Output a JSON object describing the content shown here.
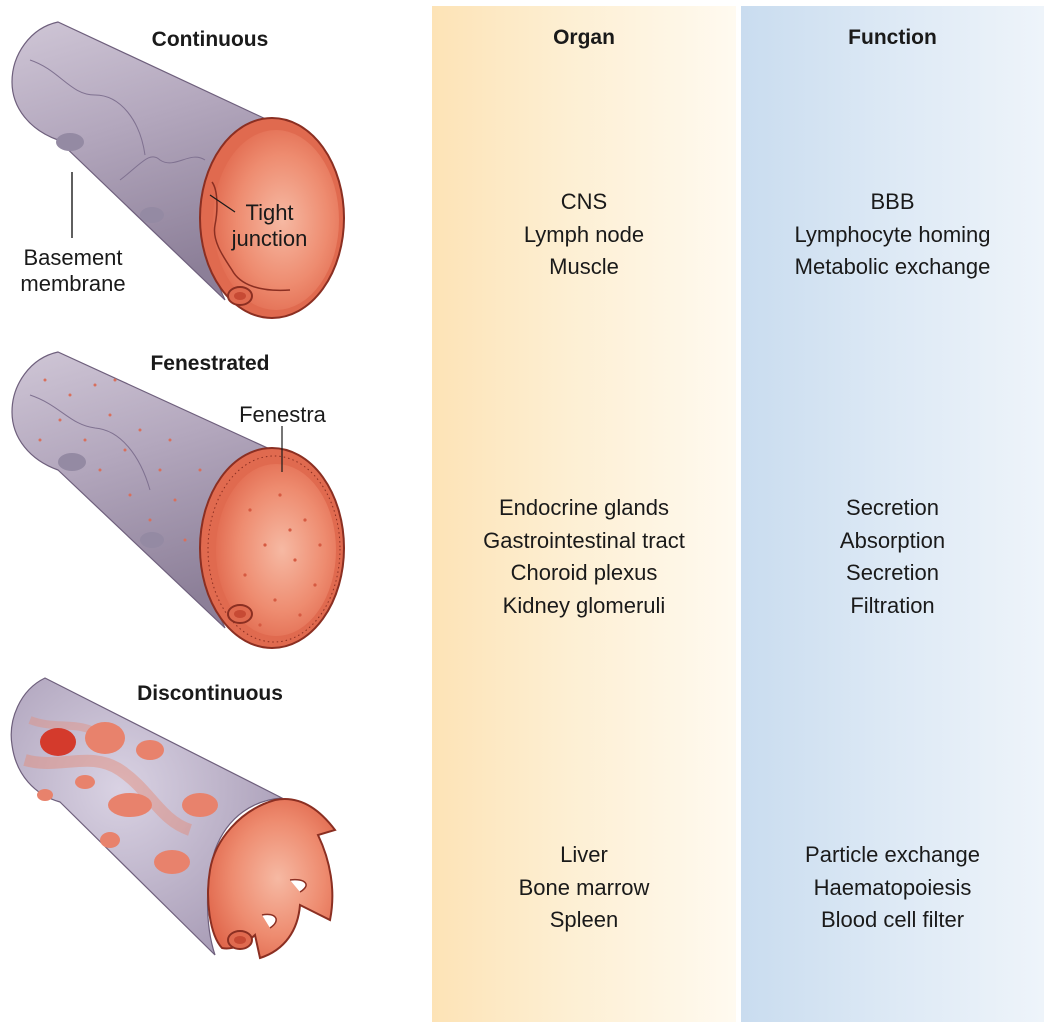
{
  "headers": {
    "organ": "Organ",
    "function": "Function"
  },
  "vessels": [
    {
      "type": "Continuous",
      "labels": [
        "Basement membrane",
        "Tight junction"
      ],
      "organs": [
        "CNS",
        "Lymph node",
        "Muscle"
      ],
      "functions": [
        "BBB",
        "Lymphocyte homing",
        "Metabolic exchange"
      ]
    },
    {
      "type": "Fenestrated",
      "labels": [
        "Fenestra"
      ],
      "organs": [
        "Endocrine glands",
        "Gastrointestinal tract",
        "Choroid plexus",
        "Kidney glomeruli"
      ],
      "functions": [
        "Secretion",
        "Absorption",
        "Secretion",
        "Filtration"
      ]
    },
    {
      "type": "Discontinuous",
      "labels": [],
      "organs": [
        "Liver",
        "Bone marrow",
        "Spleen"
      ],
      "functions": [
        "Particle exchange",
        "Haematopoiesis",
        "Blood cell filter"
      ]
    }
  ],
  "annotations": {
    "basement_membrane": [
      "Basement",
      "membrane"
    ],
    "tight_junction": [
      "Tight",
      "junction"
    ],
    "fenestra": "Fenestra"
  },
  "colors": {
    "vessel_wall": "#a89bb1",
    "lumen": "#e8735a",
    "organ_column": "#fde3b6",
    "function_column": "#c9dcef"
  }
}
